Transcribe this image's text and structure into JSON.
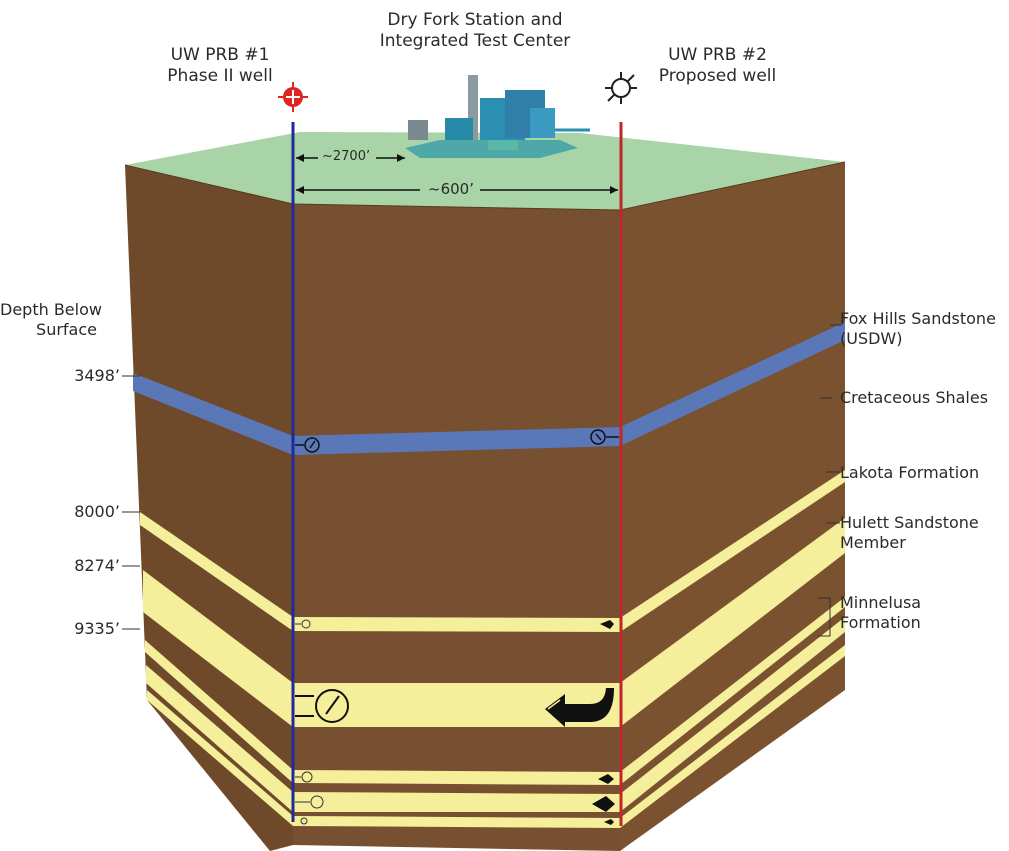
{
  "title": {
    "line1": "Dry Fork Station and",
    "line2": "Integrated Test Center"
  },
  "wells": {
    "well1": {
      "line1": "UW PRB #1",
      "line2": "Phase II well"
    },
    "well2": {
      "line1": "UW PRB #2",
      "line2": "Proposed well"
    }
  },
  "distances": {
    "d1": "~2700’",
    "d2": "~600’"
  },
  "depth_axis": {
    "title_line1": "Depth Below",
    "title_line2": "Surface",
    "ticks": [
      "3498’",
      "8000’",
      "8274’",
      "9335’"
    ]
  },
  "formations": {
    "fox_hills": {
      "line1": "Fox Hills Sandstone",
      "line2": "(USDW)"
    },
    "cretaceous": "Cretaceous Shales",
    "lakota": "Lakota Formation",
    "hulett": {
      "line1": "Hulett Sandstone",
      "line2": "Member"
    },
    "minnelusa": {
      "line1": "Minnelusa",
      "line2": "Formation"
    }
  },
  "colors": {
    "surface": "#a8d4a8",
    "rock": "#6e4a2a",
    "rock_side": "#7a5230",
    "usdw": "#5a78b8",
    "sandstone": "#f5ee9a",
    "well1": "#1f2a9c",
    "well2": "#c0262a",
    "facility": "#2a8fb0"
  }
}
